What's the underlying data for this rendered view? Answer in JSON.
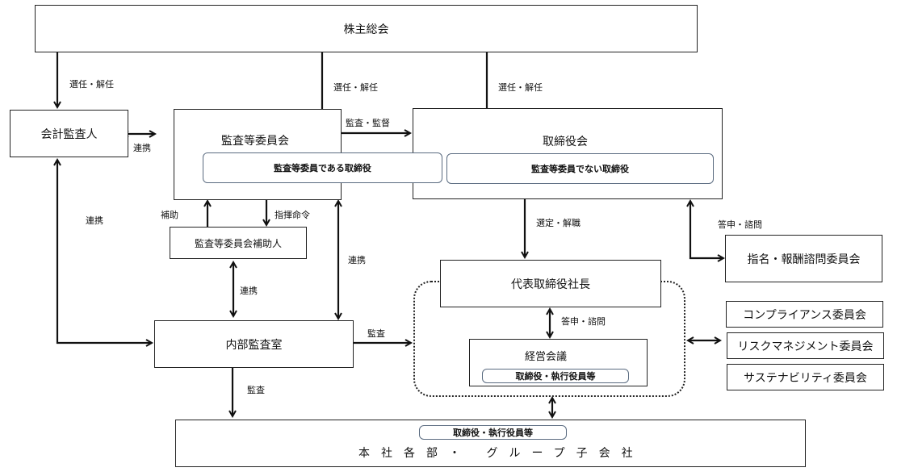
{
  "nodes": {
    "shareholders": "株主総会",
    "accounting_auditor": "会計監査人",
    "audit_committee": "監査等委員会",
    "audit_committee_directors": "監査等委員である取締役",
    "board": "取締役会",
    "non_audit_directors": "監査等委員でない取締役",
    "audit_assistant": "監査等委員会補助人",
    "internal_audit": "内部監査室",
    "president": "代表取締役社長",
    "management_meeting": "経営会議",
    "management_meeting_members": "取締役・執行役員等",
    "nomination_committee": "指名・報酬諮問委員会",
    "compliance_committee": "コンプライアンス委員会",
    "risk_committee": "リスクマネジメント委員会",
    "sustainability_committee": "サステナビリティ委員会",
    "departments": "本社各部・ グループ子会社",
    "departments_members": "取締役・執行役員等"
  },
  "edges": {
    "appoint_auditor": "選任・解任",
    "appoint_audit_committee": "選任・解任",
    "appoint_board": "選任・解任",
    "audit_supervise": "監査・監督",
    "cooperate_auditor_committee": "連携",
    "cooperate_auditor_internal": "連携",
    "assist": "補助",
    "command": "指揮命令",
    "cooperate_assistant_internal": "連携",
    "cooperate_committee_internal": "連携",
    "select_dismiss": "選定・解職",
    "report_consult_nomination": "答申・諮問",
    "report_consult_meeting": "答申・諮問",
    "audit_president": "監査",
    "audit_departments": "監査"
  }
}
